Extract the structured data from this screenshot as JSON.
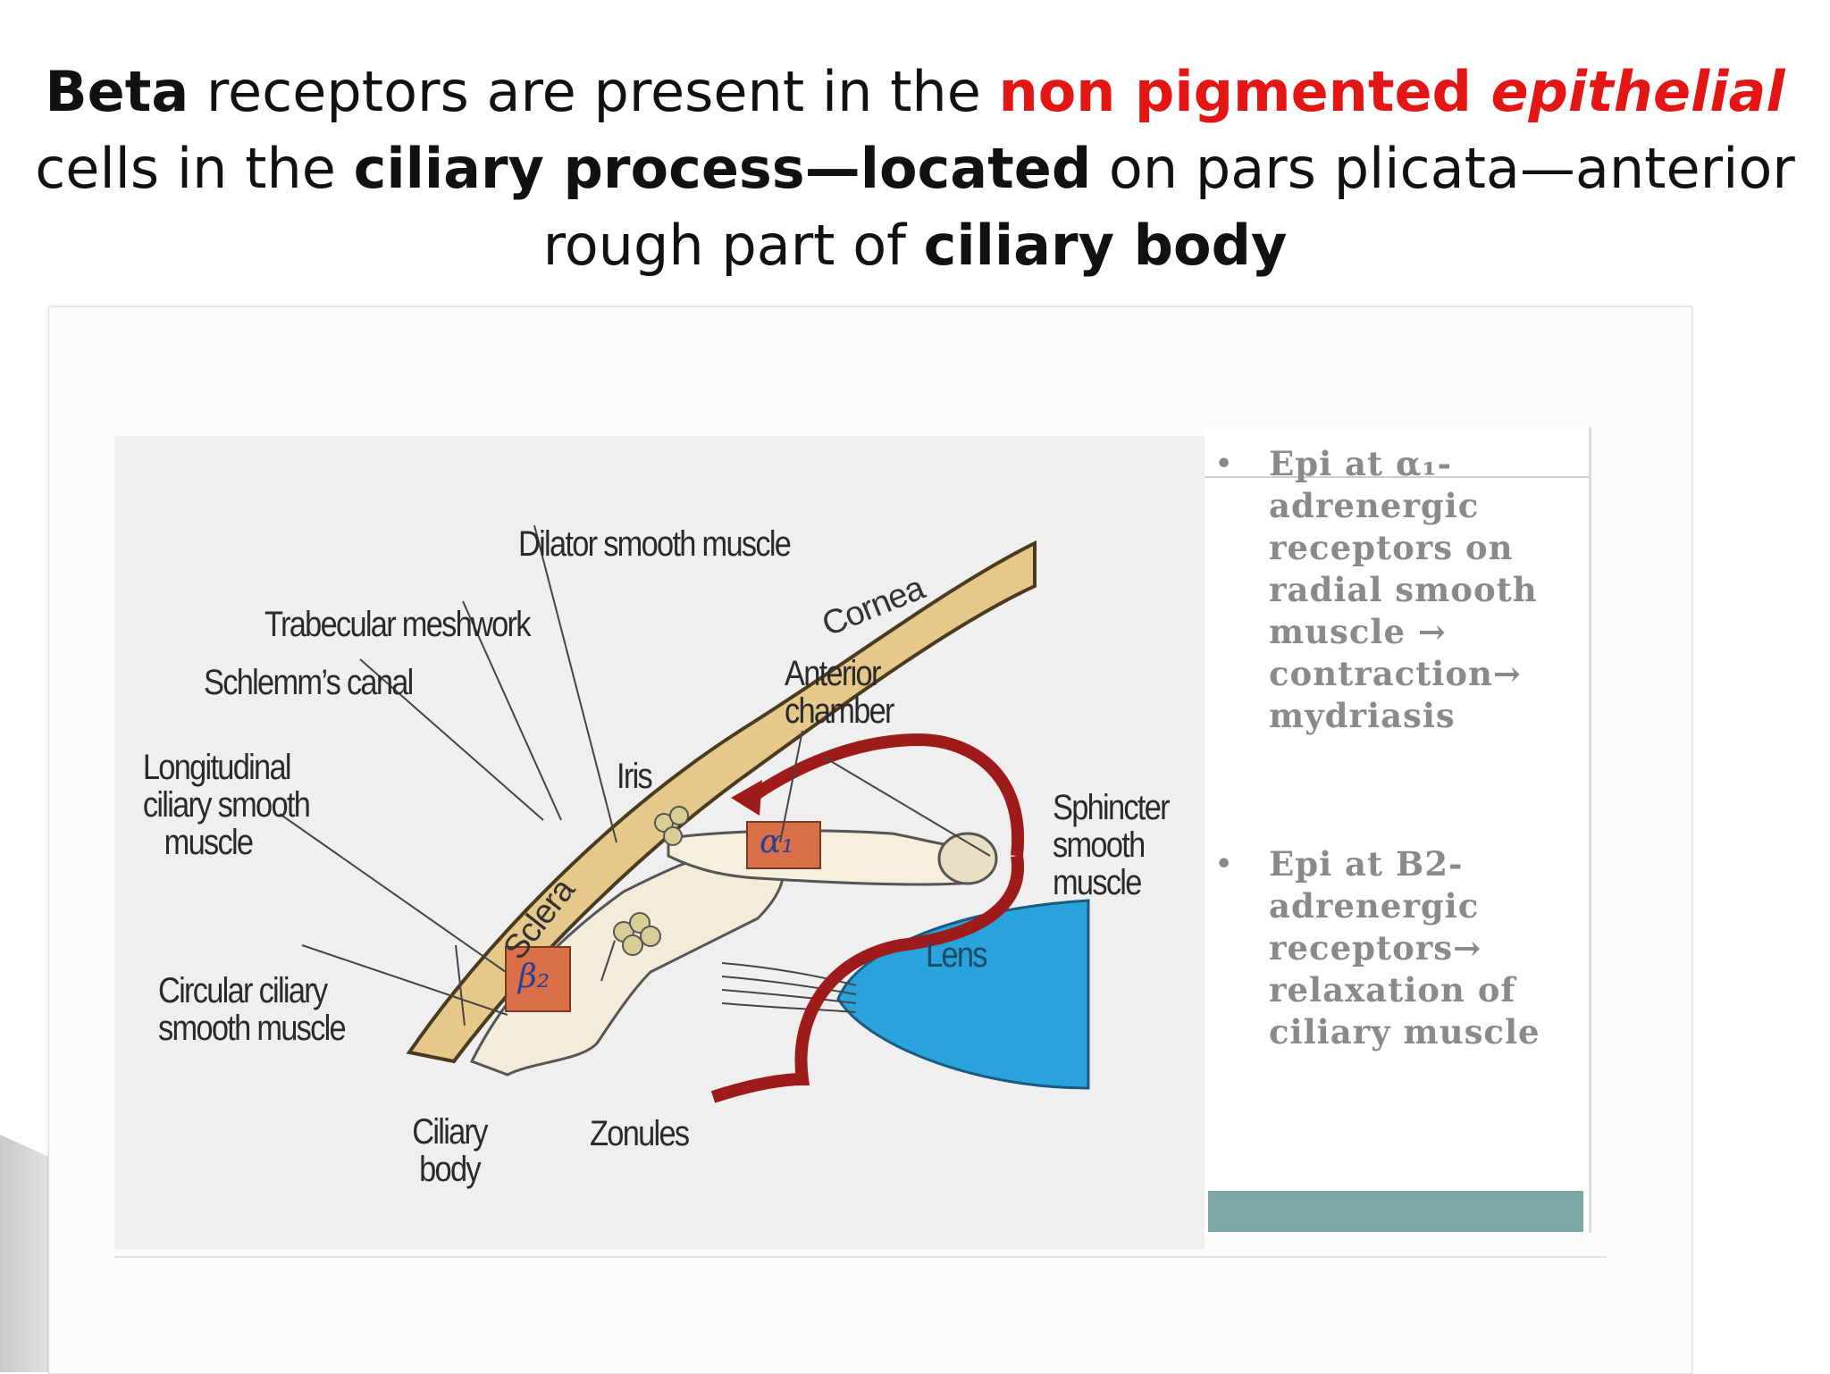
{
  "title": {
    "w1": "Beta",
    "w2": " receptors are present in the ",
    "w3": "non pigmented ",
    "w4": "epithelial",
    "w5": "cells in the ",
    "w6": "ciliary process—located",
    "w7": " on pars plicata—anterior",
    "w8": "rough part of ",
    "w9": "ciliary body"
  },
  "diagram": {
    "labels": {
      "dilator": "Dilator smooth muscle",
      "trabecular": "Trabecular meshwork",
      "schlemm": "Schlemm’s canal",
      "longitudinal": [
        "Longitudinal",
        "ciliary smooth",
        "muscle"
      ],
      "circular": [
        "Circular ciliary",
        "smooth muscle"
      ],
      "ciliary_body": [
        "Ciliary",
        "body"
      ],
      "zonules": "Zonules",
      "cornea": "Cornea",
      "sclera": "Sclera",
      "anterior_chamber": [
        "Anterior",
        "chamber"
      ],
      "iris": "Iris",
      "sphincter": [
        "Sphincter",
        "smooth",
        "muscle"
      ],
      "lens": "Lens",
      "alpha_receptor": "α₁",
      "beta_receptor": "β₂"
    },
    "colors": {
      "cornea": "#e6c98a",
      "aqueous_arrow": "#9e1b1b",
      "lens": "#2aa3dc",
      "receptor_box": "#d9704a"
    }
  },
  "notes": {
    "b1": "•",
    "b1_text": "Epi at α₁-adrenergic receptors on radial smooth muscle → contraction→ mydriasis",
    "b2": "•",
    "b2_text": "Epi at B2-adrenergic receptors→ relaxation of ciliary muscle"
  }
}
